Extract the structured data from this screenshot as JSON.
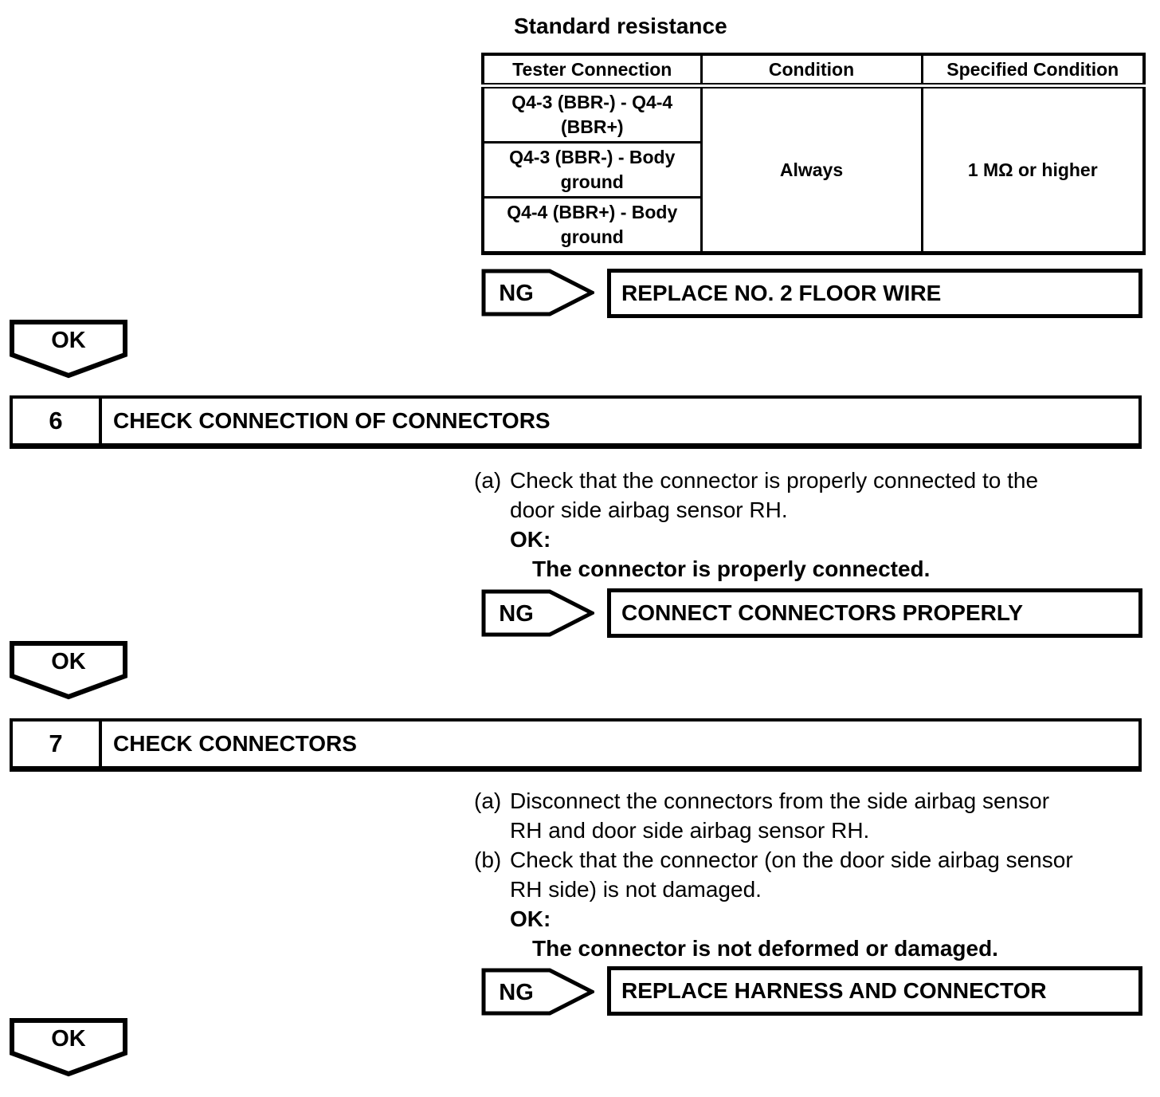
{
  "resistance": {
    "title": "Standard resistance",
    "headers": [
      "Tester Connection",
      "Condition",
      "Specified Condition"
    ],
    "rows": [
      "Q4-3 (BBR-) - Q4-4 (BBR+)",
      "Q4-3 (BBR-) - Body ground",
      "Q4-4 (BBR+) - Body ground"
    ],
    "condition": "Always",
    "specified": "1 MΩ or higher"
  },
  "connectors": {
    "ng": "NG",
    "ok": "OK"
  },
  "ng_actions": {
    "floor_wire": "REPLACE NO. 2 FLOOR WIRE",
    "connect": "CONNECT CONNECTORS PROPERLY",
    "harness": "REPLACE HARNESS AND CONNECTOR"
  },
  "step6": {
    "number": "6",
    "title": "CHECK CONNECTION OF CONNECTORS",
    "a_label": "(a)",
    "a_line1": "Check that the connector is properly connected to the",
    "a_line2": "door side airbag sensor RH.",
    "ok_heading": "OK:",
    "ok_condition": "The connector is properly connected."
  },
  "step7": {
    "number": "7",
    "title": "CHECK CONNECTORS",
    "a_label": "(a)",
    "a_line1": "Disconnect the connectors from the side airbag sensor",
    "a_line2": "RH and door side airbag sensor RH.",
    "b_label": "(b)",
    "b_line1": "Check that the connector (on the door side airbag sensor",
    "b_line2": "RH side) is not damaged.",
    "ok_heading": "OK:",
    "ok_condition": "The connector is not deformed or damaged."
  }
}
